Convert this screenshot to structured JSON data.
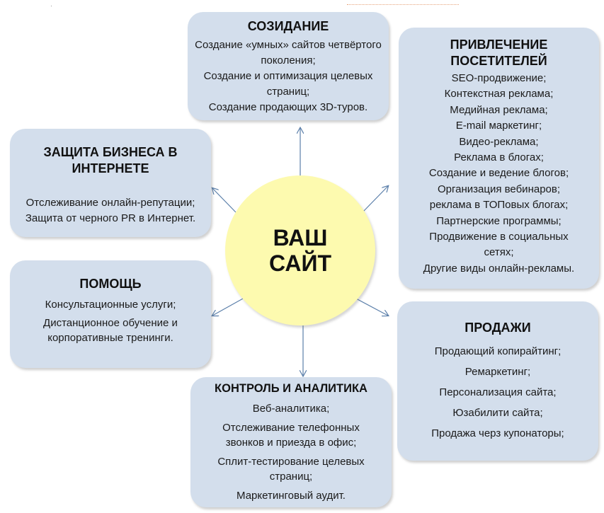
{
  "center": {
    "title": "ВАШ САЙТ"
  },
  "colors": {
    "box_fill": "#d3deec",
    "center_fill": "#fdfaaf",
    "arrow": "#5b7faa"
  },
  "boxes": {
    "sozidanie": {
      "title": "СОЗИДАНИЕ",
      "items": [
        "Создание «умных» сайтов четвёртого поколения;",
        "Создание и оптимизация целевых страниц;",
        "Создание продающих 3D-туров."
      ]
    },
    "privlechenie": {
      "title": "ПРИВЛЕЧЕНИЕ ПОСЕТИТЕЛЕЙ",
      "items": [
        "SEO-продвижение;",
        "Контекстная реклама;",
        "Медийная реклама;",
        "E-mail маркетинг;",
        "Видео-реклама;",
        "Реклама в блогах;",
        "Создание и ведение блогов;",
        "Организация вебинаров;",
        "реклама в ТОПовых блогах;",
        "Партнерские программы;",
        "Продвижение в социальных сетях;",
        "Другие виды онлайн-рекламы."
      ]
    },
    "zashchita": {
      "title": "ЗАЩИТА БИЗНЕСА В ИНТЕРНЕТЕ",
      "items": [
        "Отслеживание онлайн-репутации;",
        "Защита от черного PR в Интернет."
      ]
    },
    "pomoshch": {
      "title": "ПОМОЩЬ",
      "items": [
        "Консультационные услуги;",
        "Дистанционное обучение и корпоративные тренинги."
      ]
    },
    "prodazhi": {
      "title": "ПРОДАЖИ",
      "items": [
        "Продающий копирайтинг;",
        "Ремаркетинг;",
        "Персонализация сайта;",
        "Юзабилити сайта;",
        "Продажа черз купонаторы;"
      ]
    },
    "kontrol": {
      "title": "КОНТРОЛЬ И АНАЛИТИКА",
      "items": [
        "Веб-аналитика;",
        "Отслеживание телефонных звонков и приезда в офис;",
        "Сплит-тестирование целевых страниц;",
        "Маркетинговый аудит."
      ]
    }
  }
}
